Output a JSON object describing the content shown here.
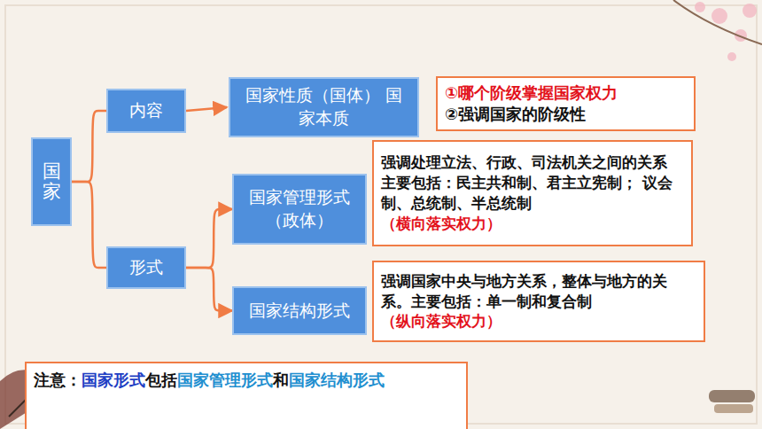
{
  "diagram": {
    "nodes": [
      {
        "text": [
          "国家"
        ]
      },
      {
        "text": [
          "内容"
        ]
      },
      {
        "text": [
          "国家性质（国体） 国家本质"
        ]
      },
      {
        "text": [
          "①哪个阶级掌握国家权力",
          "②强调国家的阶级性"
        ]
      },
      {
        "text": [
          "形式"
        ]
      },
      {
        "text": [
          "国家管理形式 （政体）"
        ]
      },
      {
        "text": [
          "强调处理立法、行政、司法机关之间的关系 主要包括：民主共和制、君主立宪制； 议会制、总统制、半总统制",
          "（横向落实权力）"
        ]
      },
      {
        "text": [
          "国家结构形式"
        ]
      },
      {
        "text": [
          "强调国家中央与地方关系，整体与地方的关系。主要包括：单一制和复合制",
          "（纵向落实权力）"
        ]
      },
      {
        "text": [
          "注意：",
          "国家形式",
          "包括",
          "国家管理形式",
          "和",
          "国家结构形式"
        ]
      }
    ],
    "edges": [
      {
        "from": 0,
        "to": 1,
        "arrow": "none"
      },
      {
        "from": 0,
        "to": 4,
        "arrow": "none"
      },
      {
        "from": 1,
        "to": 2,
        "arrow": "to"
      },
      {
        "from": 4,
        "to": 5,
        "arrow": "to"
      },
      {
        "from": 4,
        "to": 7,
        "arrow": "to"
      }
    ]
  }
}
